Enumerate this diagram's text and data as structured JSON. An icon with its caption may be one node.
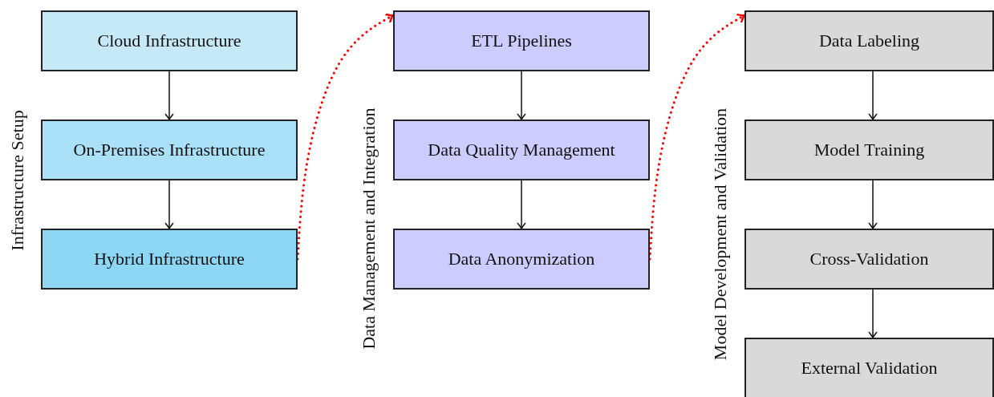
{
  "diagram": {
    "nodes": [
      {
        "text": [
          "Cloud Infrastructure"
        ]
      },
      {
        "text": [
          "On-Premises Infrastructure"
        ]
      },
      {
        "text": [
          "Hybrid Infrastructure"
        ]
      },
      {
        "text": [
          "ETL Pipelines"
        ]
      },
      {
        "text": [
          "Data Quality Management"
        ]
      },
      {
        "text": [
          "Data Anonymization"
        ]
      },
      {
        "text": [
          "Data Labeling"
        ]
      },
      {
        "text": [
          "Model Training"
        ]
      },
      {
        "text": [
          "Cross-Validation"
        ]
      },
      {
        "text": [
          "External Validation"
        ]
      }
    ],
    "edges": [
      {
        "from": 0,
        "to": 1,
        "arrow": "to"
      },
      {
        "from": 1,
        "to": 2,
        "arrow": "to"
      },
      {
        "from": 2,
        "to": 3,
        "arrow": "to",
        "style": "dashed",
        "color": "#ff0000"
      },
      {
        "from": 3,
        "to": 4,
        "arrow": "to"
      },
      {
        "from": 4,
        "to": 5,
        "arrow": "to"
      },
      {
        "from": 5,
        "to": 6,
        "arrow": "to",
        "style": "dashed",
        "color": "#ff0000"
      },
      {
        "from": 6,
        "to": 7,
        "arrow": "to"
      },
      {
        "from": 7,
        "to": 8,
        "arrow": "to"
      },
      {
        "from": 8,
        "to": 9,
        "arrow": "to"
      }
    ],
    "labels": [
      "Infrastructure Setup",
      "Data Management and Integration",
      "Model Development and Validation"
    ]
  }
}
